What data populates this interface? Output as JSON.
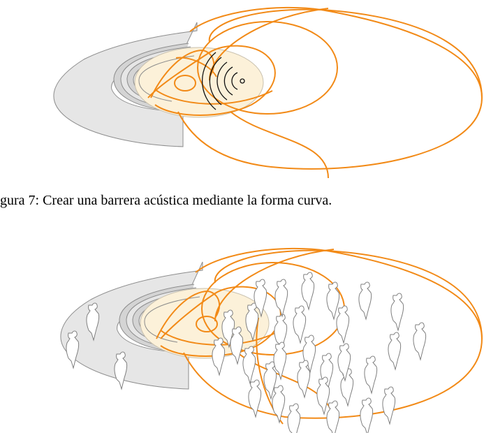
{
  "caption": "gura 7: Crear una barrera acústica mediante la forma curva.",
  "colors": {
    "orange": "#F28A17",
    "stage_fill": "#E6E6E6",
    "stage_stroke": "#8C8C8C",
    "sound_zone_fill": "#FCF1D9",
    "sound_zone_stroke": "#C9C1AE",
    "ring_fill": "#D4D4D4",
    "sound_waves": "#111111",
    "figure_stroke": "#7F7F7F"
  },
  "icons": [
    "sound-source-icon",
    "audience-figure-icon"
  ],
  "figures": {
    "top": {
      "subject": "Acoustic shell with sound source and curved reflection paths"
    },
    "bottom": {
      "subject": "Acoustic shell with audience figures inside sound reflection zones"
    }
  }
}
